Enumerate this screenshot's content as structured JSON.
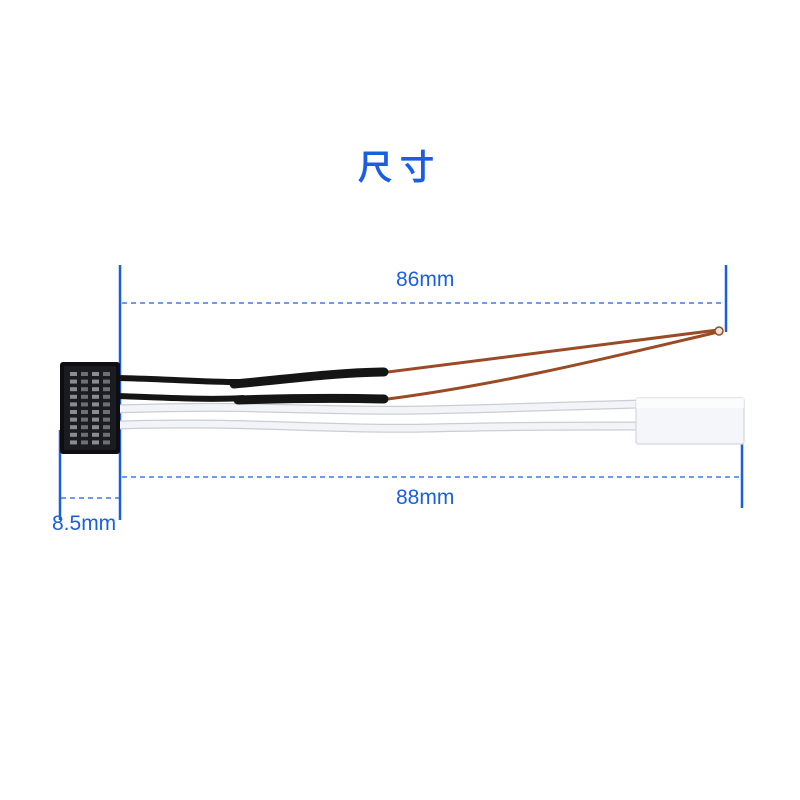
{
  "title": "尺寸",
  "dimensions": {
    "top_length": "86mm",
    "bottom_length": "88mm",
    "connector_width": "8.5mm"
  },
  "colors": {
    "accent": "#1a5fe0",
    "connector": "#0e0e12",
    "wire_black": "#151515",
    "wire_copper": "#9a4a25",
    "wire_white": "#f2f4f7",
    "sensor": "#f4f6f9"
  },
  "parts": {
    "connector": "board-to-board-connector",
    "thermocouple_tip": "bead-icon",
    "thermistor": "ceramic-sensor"
  }
}
